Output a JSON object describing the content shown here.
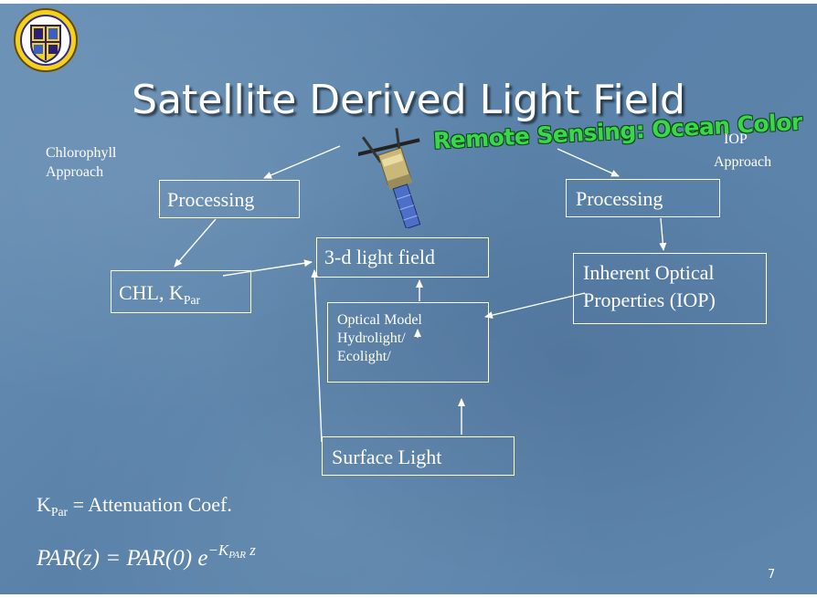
{
  "slide": {
    "title": "Satellite Derived Light Field",
    "page_number": "7"
  },
  "header_graphic": {
    "text": "Remote Sensing: Ocean Color"
  },
  "left_approach": {
    "line1": "Chlorophyll",
    "line2": "Approach"
  },
  "right_approach": {
    "line1": "IOP",
    "line2": "Approach"
  },
  "nodes": {
    "processing_left": "Processing",
    "processing_right": "Processing",
    "chl_prefix": "CHL, K",
    "chl_sub": "Par",
    "light_field": "3-d light field",
    "iop_line1": "Inherent Optical",
    "iop_line2": "Properties (IOP)",
    "optical_line1": "Optical  Model",
    "optical_line2": "Hydrolight/",
    "optical_line3": "Ecolight/",
    "surface_light": "Surface Light"
  },
  "definition": {
    "symbol": "K",
    "symbol_sub": "Par",
    "text": " = Attenuation Coef."
  },
  "equation": {
    "lhs": "PAR(z) = PAR(0) e",
    "exp_prefix": "−K",
    "exp_sub": "PAR",
    "exp_var": " z"
  },
  "colors": {
    "background": "#5f87ad",
    "text": "#ffffff",
    "accent_green": "#3bd64a"
  },
  "icons": [
    "university-seal-logo",
    "satellite-icon"
  ]
}
